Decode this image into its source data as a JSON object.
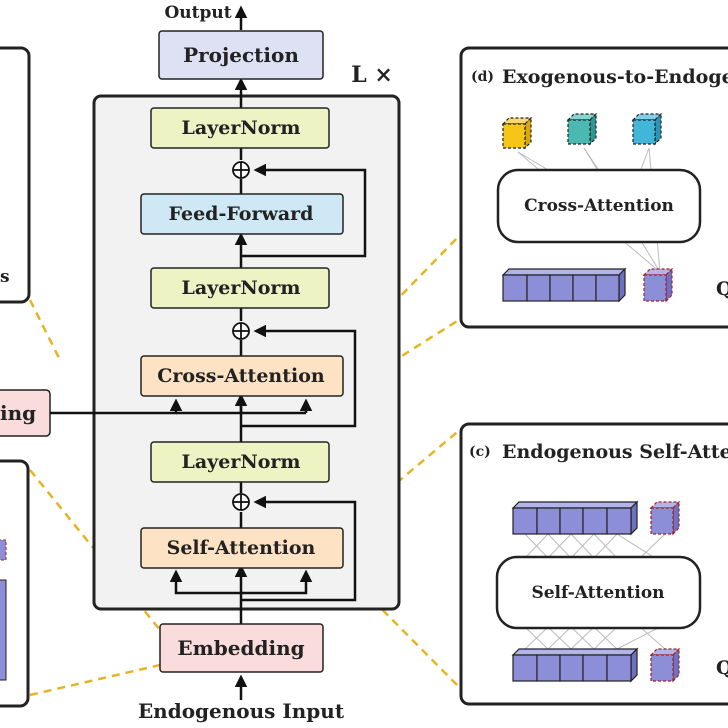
{
  "diagram": {
    "output_label": "Output",
    "layers_label": "L ×",
    "blocks": {
      "projection": "Projection",
      "layernorm_top": "LayerNorm",
      "feed_forward": "Feed-Forward",
      "layernorm_mid": "LayerNorm",
      "cross_attention": "Cross-Attention",
      "layernorm_low": "LayerNorm",
      "self_attention": "Self-Attention",
      "embedding": "Embedding"
    },
    "endogenous_input_label": "Endogenous Input",
    "left_partial_text_top": "s",
    "left_partial_block": "ing",
    "panel_d": {
      "tag": "(d)",
      "title": "Exogenous-to-Endoge",
      "inner_block": "Cross-Attention",
      "right_letter": "Q"
    },
    "panel_c": {
      "tag": "(c)",
      "title": "Endogenous Self-Atte",
      "inner_block": "Self-Attention",
      "right_letter": "Q"
    },
    "colors": {
      "projection": "#dde1f3",
      "layernorm": "#eef3c4",
      "feed_forward": "#cfe8f5",
      "attention": "#fde2c4",
      "embedding": "#fadcdc",
      "stack_bg": "#f2f2f2",
      "cube_purple": "#8c8fd8",
      "cube_yellow": "#f5c518",
      "cube_teal": "#4cb8b2",
      "cube_cyan": "#41b6d8",
      "dashed_connector": "#e6b422"
    }
  }
}
